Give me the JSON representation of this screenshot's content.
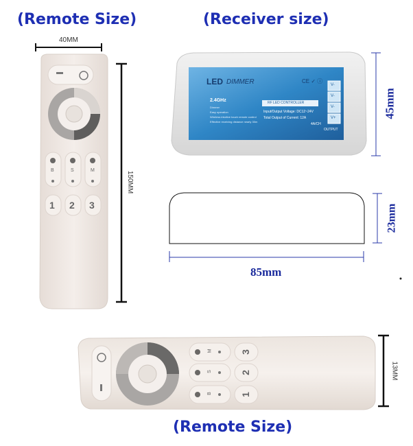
{
  "headings": {
    "remote_top": "(Remote Size)",
    "receiver": "(Receiver size)",
    "remote_bottom": "(Remote Size)"
  },
  "remote_dims": {
    "width": "40MM",
    "length": "150MM",
    "thickness": "13MM"
  },
  "receiver_dims": {
    "height": "45mm",
    "depth": "23mm",
    "length": "85mm"
  },
  "receiver_label": {
    "brand_led": "LED",
    "brand_dimmer": "DIMMER",
    "freq": "2.4GHz",
    "feature_1": "Dimmer",
    "feature_2": "Easy operation",
    "feature_3": "Wireless intuitive touch remote control",
    "feature_4": "Effective receiving distance nearly 30m",
    "model": "RF LED CONTROLLER",
    "spec_1": "Input/Output Voltage: DC12~24V",
    "spec_2": "Total Output of Current: 12A",
    "spec_3": "4A/CH",
    "output": "OUTPUT",
    "cert": "CE ✓ ⓘ",
    "pins": [
      "V-",
      "V-",
      "V-",
      "V+"
    ]
  },
  "remote_keys": {
    "numbers": [
      "1",
      "2",
      "3"
    ],
    "mode_letters": [
      "B",
      "S",
      "M"
    ]
  },
  "colors": {
    "accent": "#1e2fb3",
    "remote_body": "#efe8e3",
    "label_blue": "#2f86c6"
  }
}
